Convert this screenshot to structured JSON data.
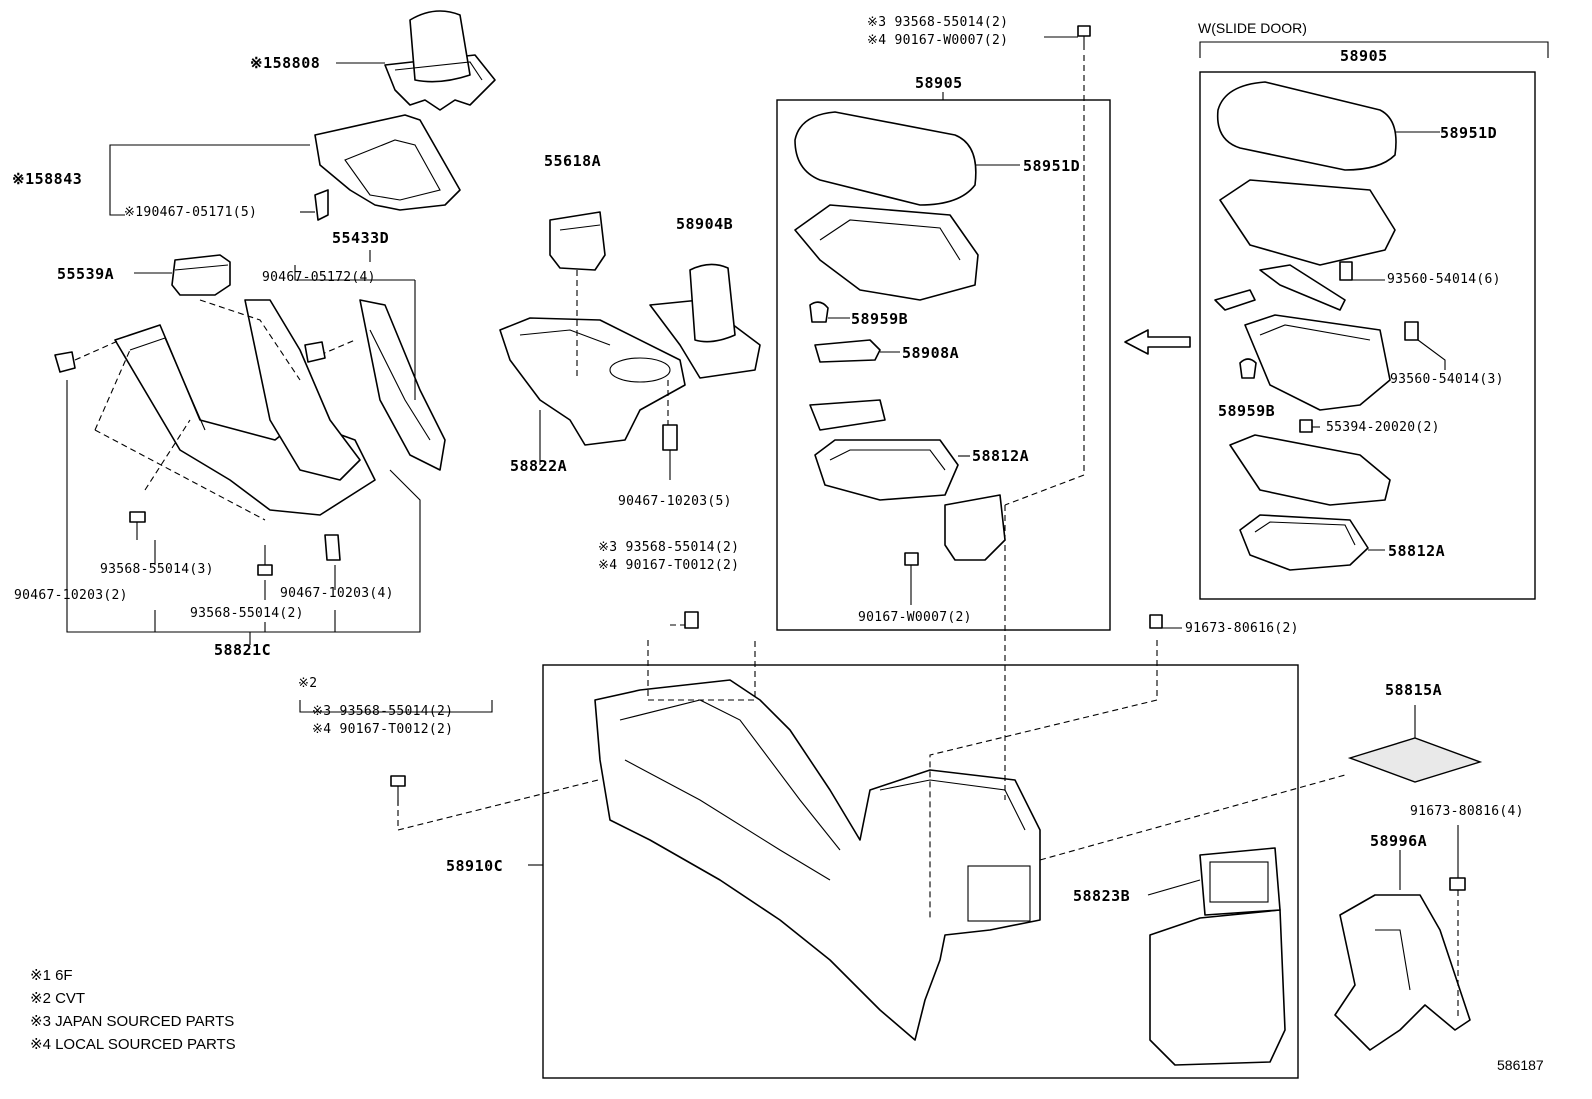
{
  "labels": {
    "p158808": "※158808",
    "p158843": "※158843",
    "p190467_05171": "※190467-05171(5)",
    "p55433D": "55433D",
    "p90467_05172": "90467-05172(4)",
    "p55539A": "55539A",
    "p93568_55014_3": "93568-55014(3)",
    "p90467_10203_4": "90467-10203(4)",
    "p90467_10203_2": "90467-10203(2)",
    "p93568_55014_2": "93568-55014(2)",
    "p58821C": "58821C",
    "p55618A": "55618A",
    "p58904B": "58904B",
    "p58822A": "58822A",
    "p90467_10203_5": "90467-10203(5)",
    "top_note_3": "※3 93568-55014(2)",
    "top_note_4": "※4 90167-W0007(2)",
    "c_58905": "58905",
    "c_58951D": "58951D",
    "c_58959B": "58959B",
    "c_58908A": "58908A",
    "c_58812A": "58812A",
    "c_90167_W0007": "90167-W0007(2)",
    "slide_door": "W(SLIDE DOOR)",
    "r_58905": "58905",
    "r_58951D": "58951D",
    "r_93560_54014_6": "93560-54014(6)",
    "r_93560_54014_3": "93560-54014(3)",
    "r_58959B": "58959B",
    "r_55394_20020": "55394-20020(2)",
    "r_58812A": "58812A",
    "mid_note_3": "※3 93568-55014(2)",
    "mid_note_4": "※4 90167-T0012(2)",
    "p91673_80616": "91673-80616(2)",
    "n2": "※2",
    "n2_3": "※3 93568-55014(2)",
    "n2_4": "※4 90167-T0012(2)",
    "p58910C": "58910C",
    "p58815A": "58815A",
    "p91673_80816": "91673-80816(4)",
    "p58996A": "58996A",
    "p58823B": "58823B",
    "fig_no": "586187"
  },
  "legend": [
    "※1 6F",
    "※2 CVT",
    "※3 JAPAN SOURCED PARTS",
    "※4 LOCAL SOURCED PARTS"
  ],
  "arrow_icon": "left-arrow-icon"
}
